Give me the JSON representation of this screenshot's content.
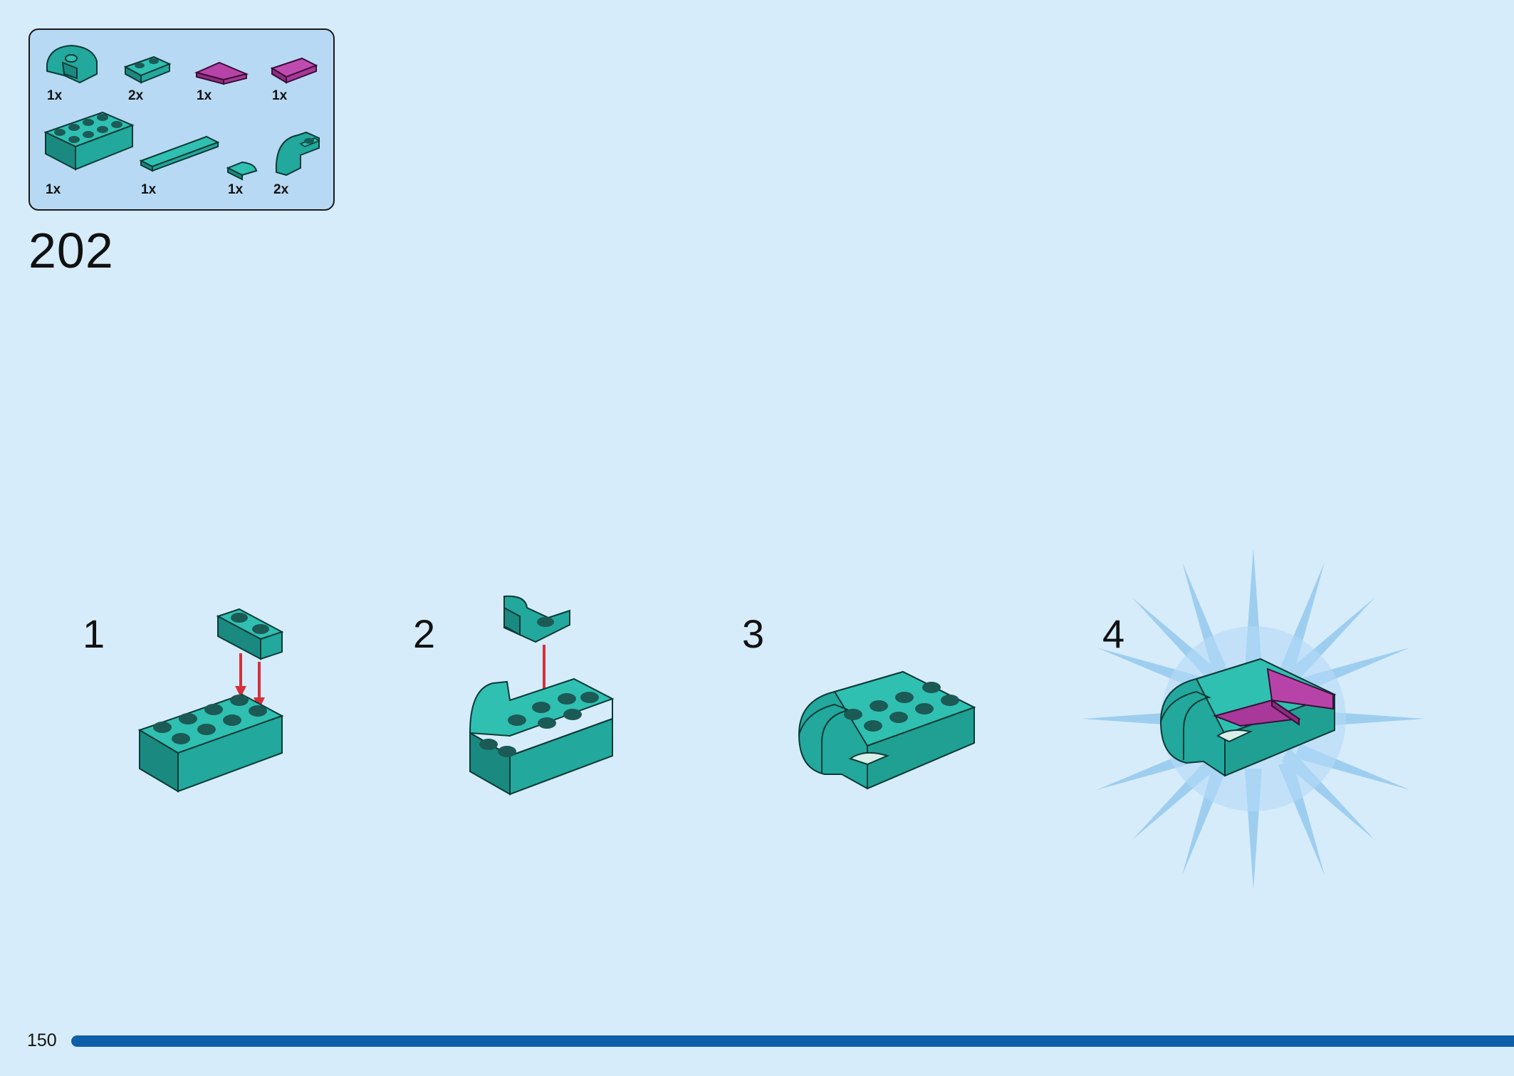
{
  "page_title": "202",
  "page_number": "150",
  "progress": {
    "fraction": 1.0
  },
  "colors": {
    "background": "#d6ecfa",
    "parts_box": "#b8d9f3",
    "teal": "#22a89c",
    "teal_top": "#2fc0b2",
    "magenta": "#a8389a",
    "arrow": "#d42f3a",
    "progress_bar": "#0d5fa9",
    "burst": "#8cc4ec"
  },
  "parts": [
    {
      "qty": "1x",
      "icon": "teal-curved-bracket-icon"
    },
    {
      "qty": "2x",
      "icon": "teal-plate-1x2-icon"
    },
    {
      "qty": "1x",
      "icon": "magenta-wedge-plate-icon"
    },
    {
      "qty": "1x",
      "icon": "magenta-tile-1x2-icon"
    },
    {
      "qty": "1x",
      "icon": "teal-brick-2x4-icon"
    },
    {
      "qty": "1x",
      "icon": "teal-tile-1x6-icon"
    },
    {
      "qty": "1x",
      "icon": "teal-quarter-tile-icon"
    },
    {
      "qty": "2x",
      "icon": "teal-curved-slope-icon"
    }
  ],
  "steps": [
    {
      "number": "1"
    },
    {
      "number": "2"
    },
    {
      "number": "3"
    },
    {
      "number": "4"
    }
  ]
}
